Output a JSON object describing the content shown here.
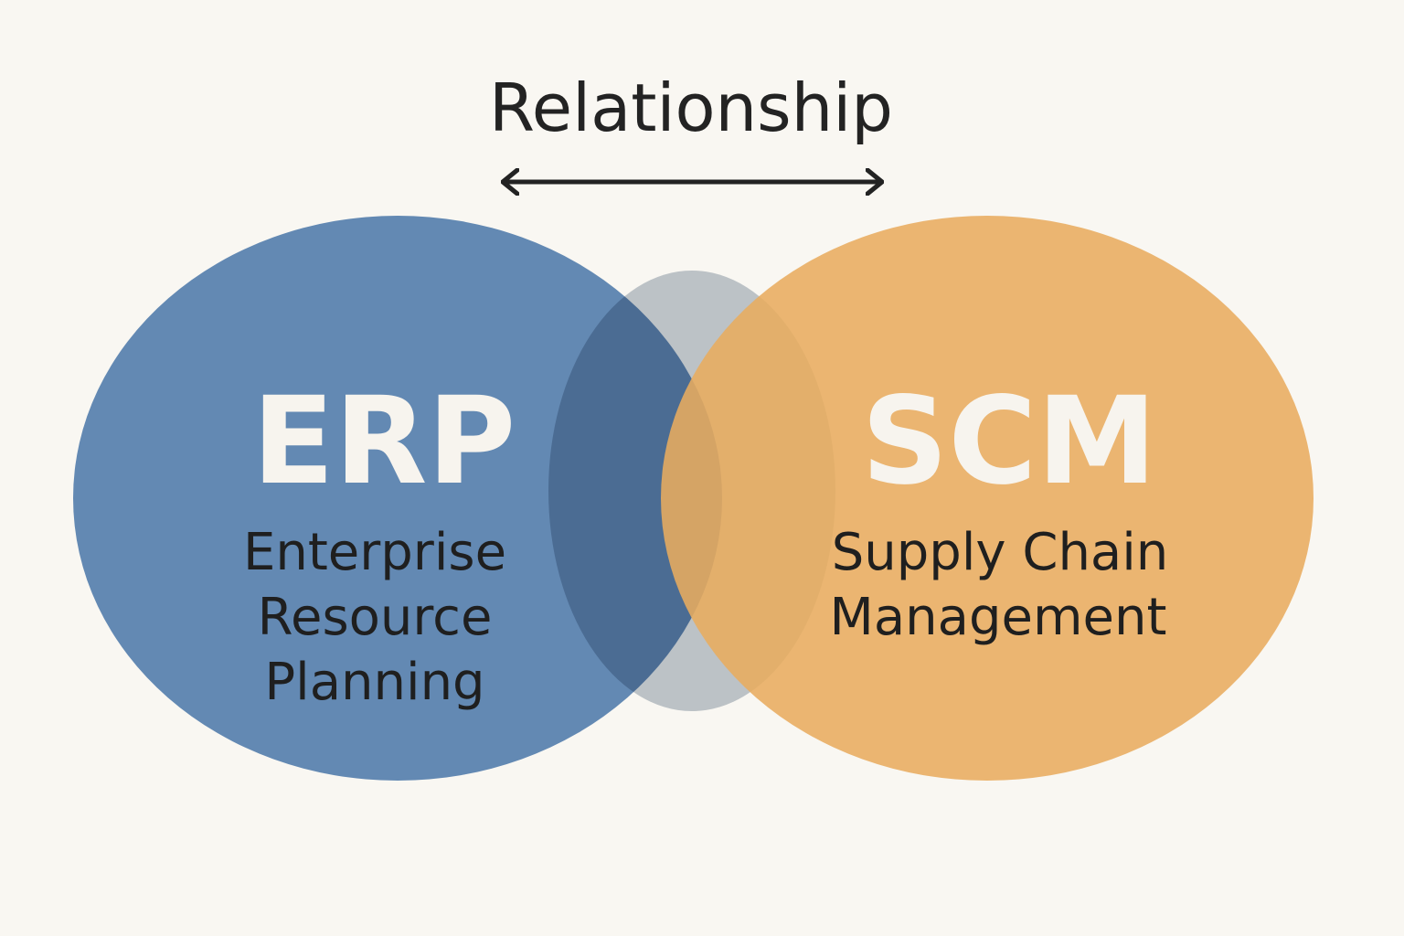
{
  "title": "Relationship",
  "left": {
    "abbr": "ERP",
    "lines": [
      "Enterprise",
      "Resource",
      "Planning"
    ],
    "color": "#6389b3"
  },
  "right": {
    "abbr": "SCM",
    "lines": [
      "Supply Chain",
      "Management"
    ],
    "color": "#e8ac5f"
  },
  "overlap_color": "#c1c9d1",
  "background": "#f9f7f2"
}
